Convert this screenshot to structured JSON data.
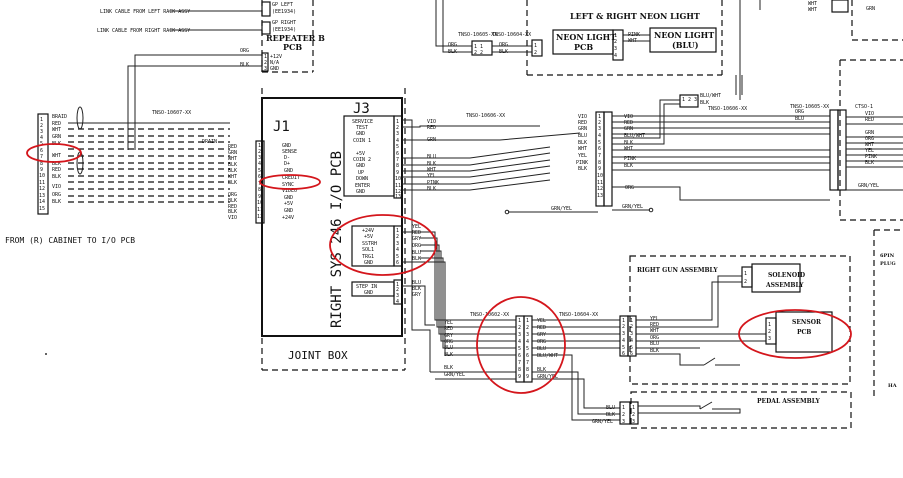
{
  "top_left": {
    "link_cable_left": "LINK CABLE FROM LEFT RACK ASSY",
    "link_cable_right": "LINK CABLE FROM RIGHT RACK ASSY",
    "gp_left": "GP LEFT",
    "gp_left_code": "(EE1934)",
    "gp_right": "GP RIGHT",
    "gp_right_code": "(EE1934)"
  },
  "repeater": {
    "title_line1": "REPEATER B",
    "title_line2": "PCB",
    "wire_colors": [
      "ORG",
      "BLK"
    ],
    "pins": [
      "1",
      "2",
      "3"
    ],
    "signals": [
      "+12V",
      "N/A",
      "GND"
    ]
  },
  "left_cable": {
    "part": "TNSO-10607-XX",
    "colors": [
      "BRAID",
      "RED",
      "WHT",
      "GRN",
      "BLK",
      "WHT",
      "BLK",
      "RED",
      "BLK",
      "VIO",
      "ORG",
      "BLK"
    ],
    "pins": [
      "1",
      "2",
      "3",
      "4",
      "5",
      "6",
      "7",
      "8",
      "9",
      "10",
      "11",
      "12",
      "13",
      "14",
      "15"
    ],
    "caption": "FROM (R) CABINET TO I/O PCB"
  },
  "io_pcb": {
    "j1": "J1",
    "j3": "J3",
    "vertical_title": "RIGHT SYS 246 I/O PCB",
    "j1_colors": [
      "DRAIN",
      "RED",
      "GRN",
      "WHT",
      "BLK",
      "BLK",
      "WHT",
      "BLK",
      "ORG",
      "BLK",
      "RED",
      "BLK",
      "VIO"
    ],
    "j1_pins": [
      "1",
      "2",
      "3",
      "4",
      "5",
      "6",
      "7",
      "8",
      "9",
      "10",
      "11",
      "12"
    ],
    "j1_signals": [
      "GND",
      "SENSE",
      "D-",
      "D+",
      "GND",
      "CREDIT",
      "SYNC",
      "VIDEO",
      "GND",
      "+5V",
      "GND",
      "+24V"
    ],
    "j3_signals": [
      "SERVICE",
      "TEST",
      "GND",
      "COIN 1",
      "+5V",
      "COIN 2",
      "GND",
      "UP",
      "DOWN",
      "ENTER",
      "GND"
    ],
    "j3_pins": [
      "1",
      "2",
      "3",
      "4",
      "5",
      "6",
      "7",
      "8",
      "9",
      "10",
      "11",
      "12",
      "13"
    ],
    "j3_colors": [
      "VIO",
      "RED",
      "GRN",
      "BLU",
      "BLK",
      "WHT",
      "YEL",
      "PINK",
      "BLK"
    ],
    "gun_signals": [
      "+24V",
      "+5V",
      "SSTRH",
      "SOL1",
      "TRG1",
      "GND"
    ],
    "gun_pins": [
      "1",
      "2",
      "3",
      "4",
      "5",
      "6"
    ],
    "gun_colors": [
      "YEL",
      "RED",
      "GRY",
      "ORG",
      "BLU",
      "BLK"
    ],
    "step_signals": [
      "STEP IN",
      "GND"
    ],
    "step_pins": [
      "1",
      "2",
      "3",
      "4"
    ],
    "step_colors": [
      "BLU",
      "BLK",
      "GRY"
    ]
  },
  "joint_box": {
    "label": "JOINT BOX"
  },
  "middle_cables": {
    "cable_a": "TNSO-10606-XX",
    "cable_b": "TNSO-10605-XX",
    "cable_c": "TNSO-10604-XX",
    "cable_d": "TNSO-10602-XX",
    "cable_e": "TNSO-10604-XX",
    "cable_f": "TNSO-10605-XX",
    "cable_g": "TNSO-10606-XX",
    "grn_yel": "GRN/YEL",
    "org": "ORG",
    "blu_wht": "BLU/WHT",
    "grn": "GRN",
    "blk": "BLK"
  },
  "mid_connector": {
    "left_colors": [
      "VIO",
      "RED",
      "GRN",
      "BLU",
      "BLK",
      "WHT",
      "YEL",
      "PINK",
      "BLK"
    ],
    "pins": [
      "1",
      "2",
      "3",
      "4",
      "5",
      "6",
      "7",
      "8",
      "9",
      "10",
      "11",
      "12",
      "13"
    ],
    "right_colors": [
      "VIO",
      "RED",
      "GRN",
      "BLU/WHT",
      "BLK",
      "WHT",
      "PINK",
      "BLK"
    ]
  },
  "neon": {
    "title": "LEFT & RIGHT NEON LIGHT",
    "pcb_line1": "NEON LIGHT",
    "pcb_line2": "PCB",
    "light_line1": "NEON LIGHT",
    "light_line2": "(BLU)",
    "colors": [
      "ORG",
      "BLK"
    ],
    "right_colors": [
      "PINK",
      "WHT"
    ]
  },
  "gun_connector": {
    "left_colors": [
      "YEL",
      "RED",
      "GRY",
      "ORG",
      "BLU",
      "BLK",
      "BLK",
      "GRN/YEL"
    ],
    "pins": [
      "1",
      "2",
      "3",
      "4",
      "5",
      "6",
      "7",
      "8",
      "9"
    ],
    "right_colors": [
      "YEL",
      "RED",
      "GRY",
      "ORG",
      "BLU",
      "BLU/WHT",
      "BLK",
      "GRN/YEL"
    ]
  },
  "gun": {
    "title": "RIGHT GUN ASSEMBLY",
    "solenoid_line1": "SOLENOID",
    "solenoid_line2": "ASSEMBLY",
    "sensor_line1": "SENSOR",
    "sensor_line2": "PCB",
    "colors": [
      "YEL",
      "RED",
      "WHT",
      "ORG",
      "BLU",
      "BLK"
    ]
  },
  "pedal": {
    "title": "PEDAL ASSEMBLY",
    "colors": [
      "BLU",
      "BLK",
      "GRN/YEL"
    ]
  },
  "right_edge": {
    "colors_top": [
      "WHT",
      "GRN"
    ],
    "colors_mid": [
      "ORG",
      "BLU"
    ],
    "colors_right": [
      "VIO",
      "RED",
      "GRN",
      "ORG",
      "WHT",
      "YEL",
      "PINK",
      "BLK"
    ],
    "grn_yel": "GRN/YEL",
    "part": "CTSO-1",
    "plug_line1": "6PIN",
    "plug_line2": "PLUG",
    "bottom_label": "HA"
  }
}
